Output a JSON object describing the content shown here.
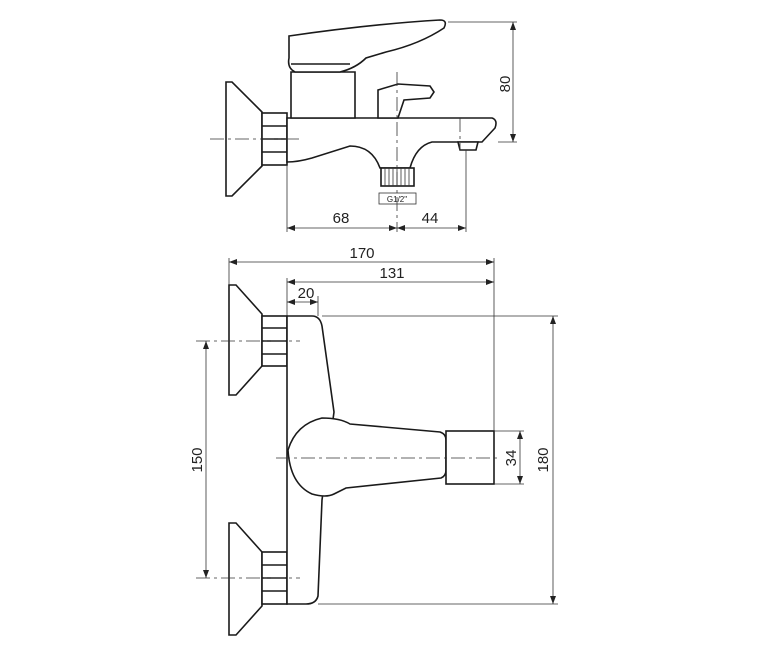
{
  "drawing": {
    "side_view": {
      "height_label": "80",
      "left_offset_label": "68",
      "right_offset_label": "44",
      "thread_label": "G1/2\""
    },
    "front_view": {
      "overall_width_label": "170",
      "body_width_label": "131",
      "body_offset_label": "20",
      "connection_spacing_label": "150",
      "overall_height_label": "180",
      "handle_height_label": "34"
    }
  }
}
